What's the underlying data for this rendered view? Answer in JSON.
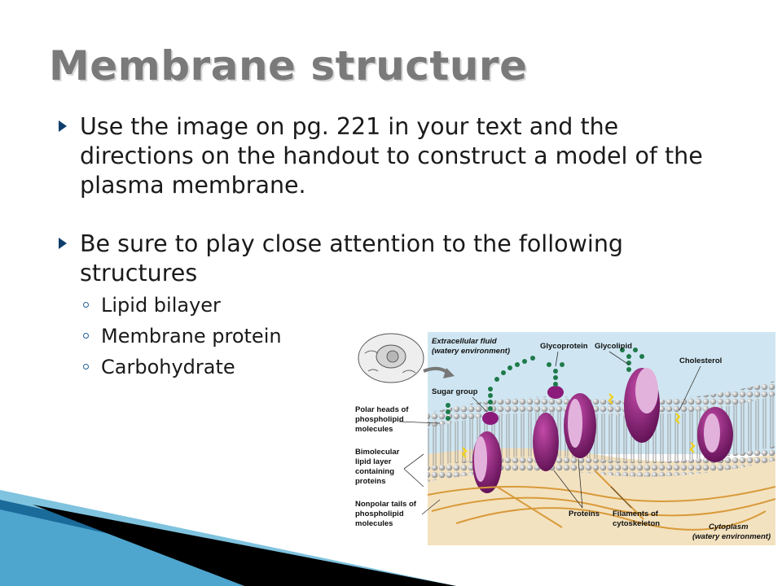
{
  "slide": {
    "title": "Membrane structure",
    "bullets": [
      {
        "text": "Use the image on pg. 221 in your text and the directions on the handout to construct a model of the plasma membrane."
      },
      {
        "text": "Be sure to play close attention to the following structures"
      }
    ],
    "sub_bullets": [
      "Lipid bilayer",
      "Membrane protein",
      "Carbohydrate"
    ]
  },
  "figure": {
    "labels": {
      "extracellular_1": "Extracellular fluid",
      "extracellular_2": "(watery environment)",
      "glycoprotein": "Glycoprotein",
      "glycolipid": "Glycolipid",
      "cholesterol": "Cholesterol",
      "sugar_group": "Sugar group",
      "polar_1": "Polar heads of",
      "polar_2": "phospholipid",
      "polar_3": "molecules",
      "bimol_1": "Bimolecular",
      "bimol_2": "lipid layer",
      "bimol_3": "containing",
      "bimol_4": "proteins",
      "nonpolar_1": "Nonpolar tails of",
      "nonpolar_2": "phospholipid",
      "nonpolar_3": "molecules",
      "proteins": "Proteins",
      "filaments_1": "Filaments of",
      "filaments_2": "cytoskeleton",
      "cytoplasm_1": "Cytoplasm",
      "cytoplasm_2": "(watery environment)"
    }
  },
  "colors": {
    "title": "#7a7a7a",
    "bullet_arrow": "#0f3e6b",
    "extracellular_bg": "#cfe6f2",
    "cytoplasm_bg": "#f3e2c0",
    "protein": "#8b1a7a",
    "protein_light": "#e3b2dc",
    "head": "#a8a8a8",
    "sugar": "#1e7a4a",
    "filament": "#d89a3a",
    "cholesterol": "#f2d21a",
    "wedge_dark": "#000000",
    "wedge_blue": "#1a6a9a",
    "wedge_light": "#7fc3df"
  }
}
